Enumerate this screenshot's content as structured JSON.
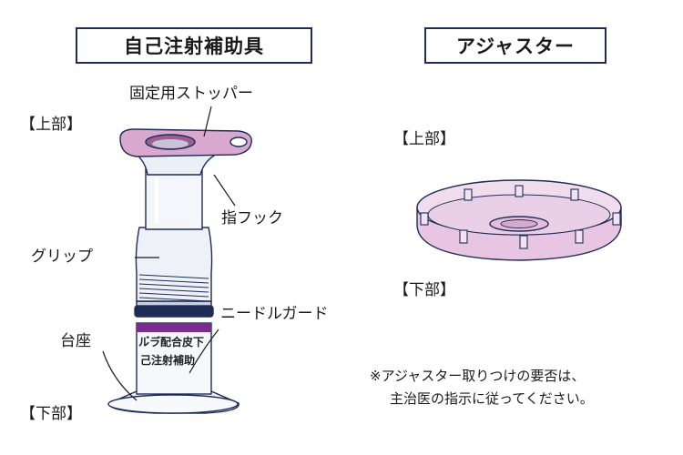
{
  "left_panel": {
    "title": "自己注射補助具",
    "label_top": "【上部】",
    "label_bottom": "【下部】",
    "callouts": {
      "stopper": "固定用ストッパー",
      "finger_hook": "指フック",
      "grip": "グリップ",
      "needle_guard": "ニードルガード",
      "base": "台座"
    },
    "device_print": {
      "line1": "ル゙ラ゙配合皮下",
      "line2": "己注射補助"
    }
  },
  "right_panel": {
    "title": "アジャスター",
    "label_top": "【上部】",
    "label_bottom": "【下部】"
  },
  "note": {
    "line1": "※アジャスター取りつけの要否は、",
    "line2": "主治医の指示に従ってください。"
  },
  "colors": {
    "outline": "#1f2d56",
    "stopper_pink": "#d9a8cf",
    "adjuster_pink": "#e8c6e3",
    "body_tint": "#eef1f8",
    "guard_band": "#1f2d56",
    "purple_band": "#7b2d8e"
  }
}
